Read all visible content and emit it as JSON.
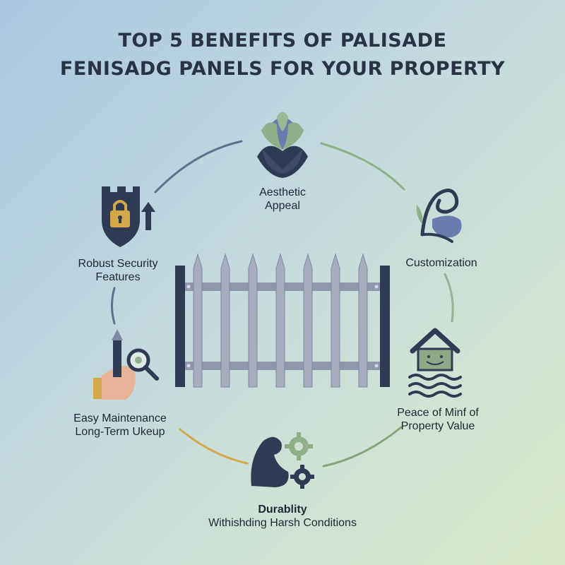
{
  "title": {
    "line1": "TOP 5 BENEFITS OF PALISADE",
    "line2": "FENISADG PANELS FOR YOUR PROPERTY"
  },
  "benefits": [
    {
      "line1": "Aesthetic",
      "line2": "Appeal",
      "icon": "lotus-flower-icon"
    },
    {
      "line1": "Customization",
      "line2": "",
      "icon": "swirl-leaf-icon"
    },
    {
      "line1": "Peace of Minf of",
      "line2": "Property Value",
      "icon": "smiling-house-icon"
    },
    {
      "line1": "Durablity",
      "line2": "Withishding Harsh Conditions",
      "icon": "flexed-arm-gears-icon"
    },
    {
      "line1": "Easy Maintenance",
      "line2": "Long-Term Ukeup",
      "icon": "hand-magnifier-icon"
    },
    {
      "line1": "Robust Security",
      "line2": "Features",
      "icon": "castle-lock-icon"
    }
  ],
  "colors": {
    "navy": "#2f3b52",
    "sage": "#7a9a6e",
    "gold": "#d3a849",
    "slate": "#7f88a3",
    "fence": "#a7adbd"
  },
  "center_icon": "palisade-fence-panel-icon"
}
